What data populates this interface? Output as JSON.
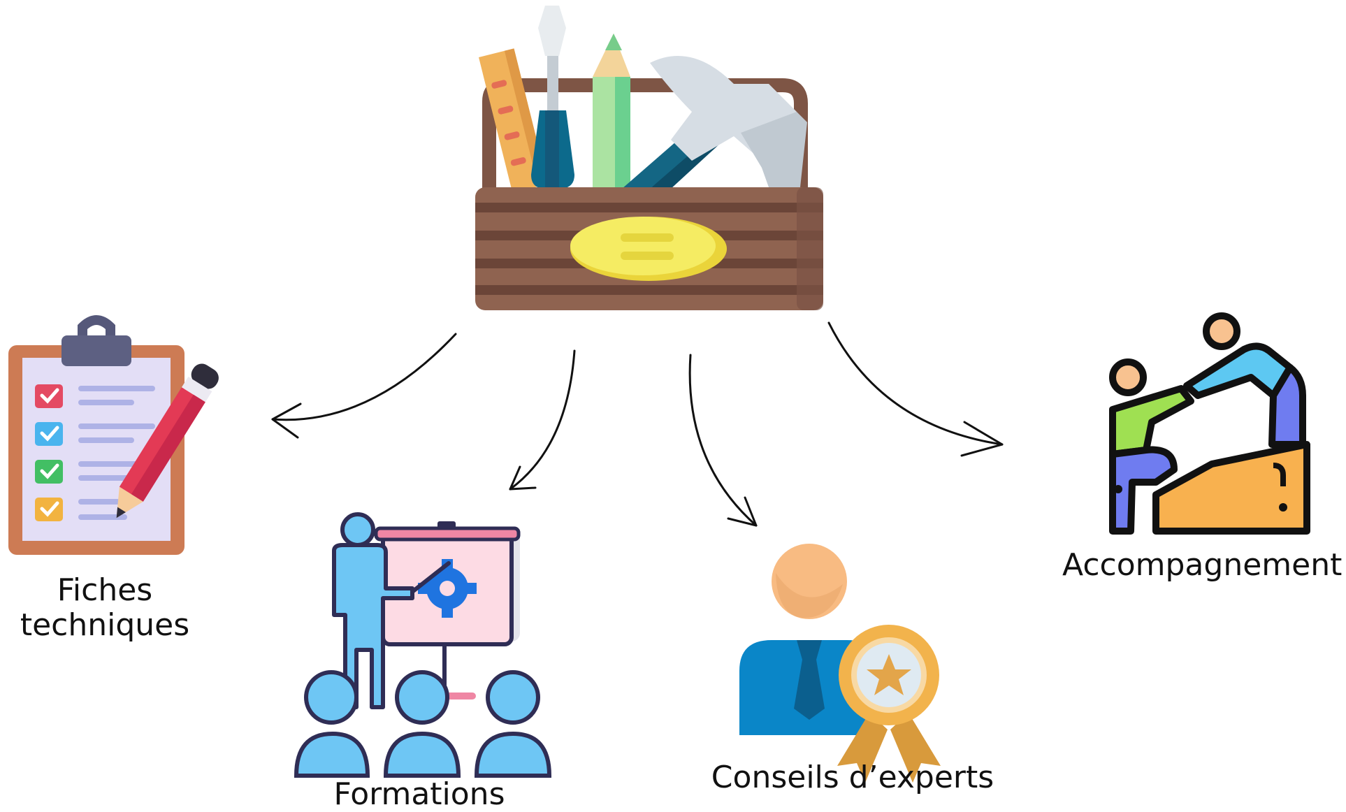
{
  "diagram": {
    "center": {
      "icon": "toolbox-icon"
    },
    "branches": [
      {
        "icon": "checklist-clipboard-icon",
        "label_line1": "Fiches",
        "label_line2": "techniques"
      },
      {
        "icon": "training-presentation-icon",
        "label": "Formations"
      },
      {
        "icon": "expert-award-icon",
        "label": "Conseils d’experts"
      },
      {
        "icon": "helping-hand-climb-icon",
        "label": "Accompagnement"
      }
    ],
    "colors": {
      "toolbox_wood": "#8f6350",
      "plate_yellow": "#f2e650",
      "clipboard_board": "#cd7b54",
      "trainer_blue": "#6ec6f4",
      "expert_suit": "#0a86c8",
      "ribbon_gold": "#f2b34c",
      "step_orange": "#f8b14f"
    }
  }
}
